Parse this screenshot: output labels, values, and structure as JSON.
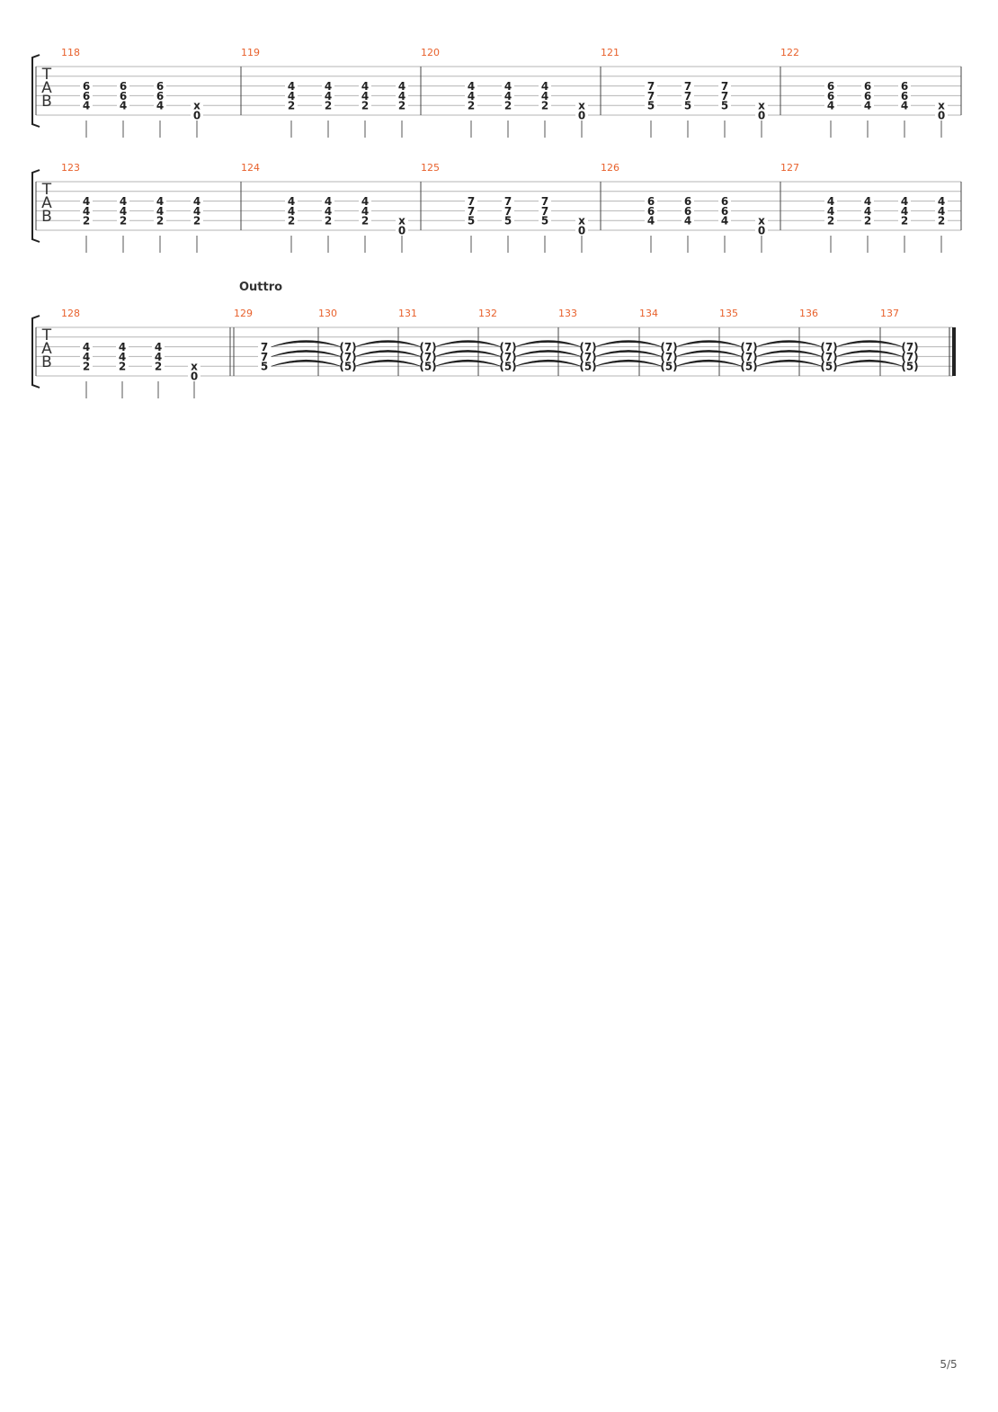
{
  "tab_letters": [
    "T",
    "A",
    "B"
  ],
  "page_number": "5/5",
  "systems": [
    {
      "measures": [
        {
          "number": "118",
          "beats": [
            [
              "6",
              "6",
              "4"
            ],
            [
              "6",
              "6",
              "4"
            ],
            [
              "6",
              "6",
              "4"
            ],
            [
              "x",
              "0"
            ]
          ]
        },
        {
          "number": "119",
          "beats": [
            [
              "4",
              "4",
              "2"
            ],
            [
              "4",
              "4",
              "2"
            ],
            [
              "4",
              "4",
              "2"
            ],
            [
              "4",
              "4",
              "2"
            ]
          ]
        },
        {
          "number": "120",
          "beats": [
            [
              "4",
              "4",
              "2"
            ],
            [
              "4",
              "4",
              "2"
            ],
            [
              "4",
              "4",
              "2"
            ],
            [
              "x",
              "0"
            ]
          ]
        },
        {
          "number": "121",
          "beats": [
            [
              "7",
              "7",
              "5"
            ],
            [
              "7",
              "7",
              "5"
            ],
            [
              "7",
              "7",
              "5"
            ],
            [
              "x",
              "0"
            ]
          ]
        },
        {
          "number": "122",
          "beats": [
            [
              "6",
              "6",
              "4"
            ],
            [
              "6",
              "6",
              "4"
            ],
            [
              "6",
              "6",
              "4"
            ],
            [
              "x",
              "0"
            ]
          ]
        }
      ]
    },
    {
      "measures": [
        {
          "number": "123",
          "beats": [
            [
              "4",
              "4",
              "2"
            ],
            [
              "4",
              "4",
              "2"
            ],
            [
              "4",
              "4",
              "2"
            ],
            [
              "4",
              "4",
              "2"
            ]
          ]
        },
        {
          "number": "124",
          "beats": [
            [
              "4",
              "4",
              "2"
            ],
            [
              "4",
              "4",
              "2"
            ],
            [
              "4",
              "4",
              "2"
            ],
            [
              "x",
              "0"
            ]
          ]
        },
        {
          "number": "125",
          "beats": [
            [
              "7",
              "7",
              "5"
            ],
            [
              "7",
              "7",
              "5"
            ],
            [
              "7",
              "7",
              "5"
            ],
            [
              "x",
              "0"
            ]
          ]
        },
        {
          "number": "126",
          "beats": [
            [
              "6",
              "6",
              "4"
            ],
            [
              "6",
              "6",
              "4"
            ],
            [
              "6",
              "6",
              "4"
            ],
            [
              "x",
              "0"
            ]
          ]
        },
        {
          "number": "127",
          "beats": [
            [
              "4",
              "4",
              "2"
            ],
            [
              "4",
              "4",
              "2"
            ],
            [
              "4",
              "4",
              "2"
            ],
            [
              "4",
              "4",
              "2"
            ]
          ]
        }
      ]
    },
    {
      "section_label": "Outtro",
      "measures": [
        {
          "number": "128",
          "beats": [
            [
              "4",
              "4",
              "2"
            ],
            [
              "4",
              "4",
              "2"
            ],
            [
              "4",
              "4",
              "2"
            ],
            [
              "x",
              "0"
            ]
          ]
        },
        {
          "number": "129",
          "beats": [
            [
              "7",
              "7",
              "5"
            ]
          ]
        },
        {
          "number": "130",
          "beats": [
            [
              "(7)",
              "(7)",
              "(5)"
            ]
          ]
        },
        {
          "number": "131",
          "beats": [
            [
              "(7)",
              "(7)",
              "(5)"
            ]
          ]
        },
        {
          "number": "132",
          "beats": [
            [
              "(7)",
              "(7)",
              "(5)"
            ]
          ]
        },
        {
          "number": "133",
          "beats": [
            [
              "(7)",
              "(7)",
              "(5)"
            ]
          ]
        },
        {
          "number": "134",
          "beats": [
            [
              "(7)",
              "(7)",
              "(5)"
            ]
          ]
        },
        {
          "number": "135",
          "beats": [
            [
              "(7)",
              "(7)",
              "(5)"
            ]
          ]
        },
        {
          "number": "136",
          "beats": [
            [
              "(7)",
              "(7)",
              "(5)"
            ]
          ]
        },
        {
          "number": "137",
          "beats": [
            [
              "(7)",
              "(7)",
              "(5)"
            ]
          ]
        }
      ]
    }
  ]
}
